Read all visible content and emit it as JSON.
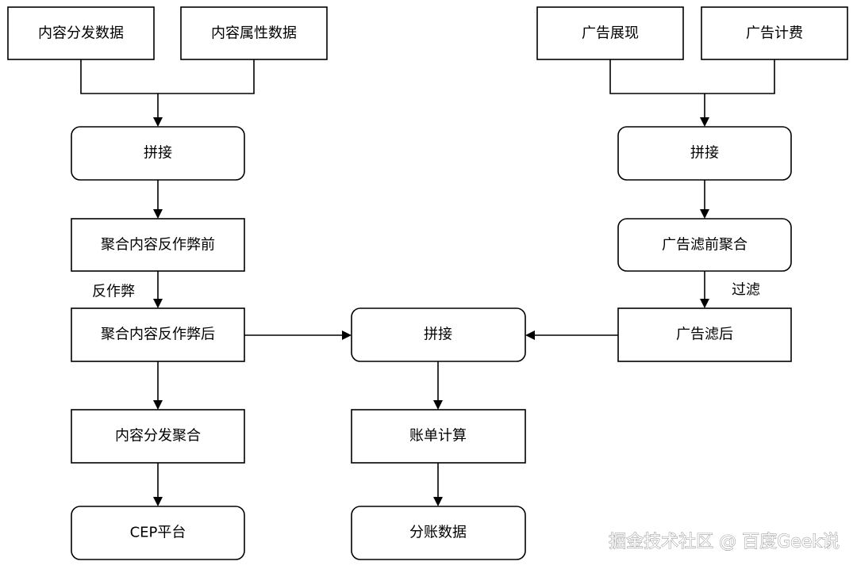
{
  "nodes": {
    "content_distribution_data": "内容分发数据",
    "content_attribute_data": "内容属性数据",
    "ad_impression": "广告展现",
    "ad_billing": "广告计费",
    "left_join": "拼接",
    "right_join": "拼接",
    "pre_anticheat_aggregation": "聚合内容反作弊前",
    "ad_prefilter_aggregation": "广告滤前聚合",
    "post_anticheat_aggregation": "聚合内容反作弊后",
    "center_join": "拼接",
    "ad_filtered": "广告滤后",
    "content_distribution_aggregation": "内容分发聚合",
    "bill_calculation": "账单计算",
    "cep_platform": "CEP平台",
    "split_account_data": "分账数据"
  },
  "edge_labels": {
    "anticheat": "反作弊",
    "filter": "过滤"
  },
  "watermark": "掘金技术社区 @ 百度Geek说"
}
